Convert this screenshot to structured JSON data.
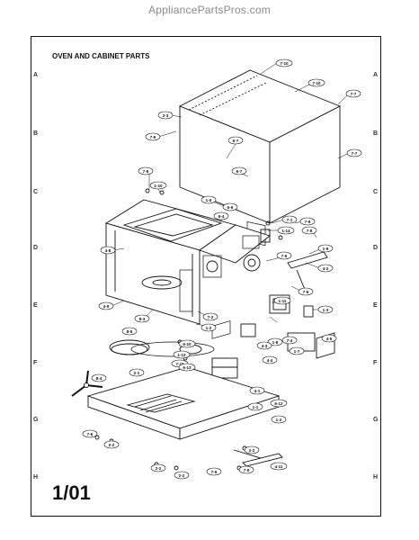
{
  "watermark": "AppliancePartsPros.com",
  "section_title": "OVEN AND CABINET PARTS",
  "page_number": "1/01",
  "grid_letters": [
    "A",
    "B",
    "C",
    "D",
    "E",
    "F",
    "G",
    "H"
  ],
  "callouts": [
    {
      "id": "c1",
      "text": "7-10"
    },
    {
      "id": "c2",
      "text": "7-10"
    },
    {
      "id": "c3",
      "text": "7-7"
    },
    {
      "id": "c4",
      "text": "2-3"
    },
    {
      "id": "c5",
      "text": "7-9"
    },
    {
      "id": "c6",
      "text": "6-7"
    },
    {
      "id": "c7",
      "text": "6-7"
    },
    {
      "id": "c8",
      "text": "7-7"
    },
    {
      "id": "c9",
      "text": "7-8"
    },
    {
      "id": "c10",
      "text": "1-10"
    },
    {
      "id": "c11",
      "text": "1-5"
    },
    {
      "id": "c12",
      "text": "6-6"
    },
    {
      "id": "c13",
      "text": "7-1"
    },
    {
      "id": "c14",
      "text": "7-9"
    },
    {
      "id": "c15",
      "text": "1-14"
    },
    {
      "id": "c16",
      "text": "7-8"
    },
    {
      "id": "c17",
      "text": "1-9"
    },
    {
      "id": "c18",
      "text": "4-8"
    },
    {
      "id": "c19",
      "text": "7-6"
    },
    {
      "id": "c20",
      "text": "4-2"
    },
    {
      "id": "c21",
      "text": "7-5"
    },
    {
      "id": "c22",
      "text": "4-9"
    },
    {
      "id": "c23",
      "text": "1-11"
    },
    {
      "id": "c24",
      "text": "1-3"
    },
    {
      "id": "c25",
      "text": "8-3"
    },
    {
      "id": "c26",
      "text": "7-2"
    },
    {
      "id": "c27",
      "text": "1-2"
    },
    {
      "id": "c28",
      "text": "8-5"
    },
    {
      "id": "c29",
      "text": "6-10"
    },
    {
      "id": "c30",
      "text": "1-8"
    },
    {
      "id": "c31",
      "text": "1-13"
    },
    {
      "id": "c32",
      "text": "7-11"
    },
    {
      "id": "c33",
      "text": "6-13"
    },
    {
      "id": "c34",
      "text": "4-3"
    },
    {
      "id": "c35",
      "text": "7-4"
    },
    {
      "id": "c36",
      "text": "1-7"
    },
    {
      "id": "c37",
      "text": "4-5"
    },
    {
      "id": "c38",
      "text": "2-1"
    },
    {
      "id": "c39",
      "text": "8-4"
    },
    {
      "id": "c40",
      "text": "4-4"
    },
    {
      "id": "c41",
      "text": "4-1"
    },
    {
      "id": "c42",
      "text": "6-12"
    },
    {
      "id": "c43",
      "text": "1-1"
    },
    {
      "id": "c44",
      "text": "1-2"
    },
    {
      "id": "c45",
      "text": "7-6"
    },
    {
      "id": "c46",
      "text": "2-2"
    },
    {
      "id": "c47",
      "text": "2-2"
    },
    {
      "id": "c48",
      "text": "2-2"
    },
    {
      "id": "c49",
      "text": "2-2"
    },
    {
      "id": "c50",
      "text": "7-5"
    },
    {
      "id": "c51",
      "text": "7-5"
    },
    {
      "id": "c52",
      "text": "4-11"
    },
    {
      "id": "c53",
      "text": "6-4"
    }
  ]
}
